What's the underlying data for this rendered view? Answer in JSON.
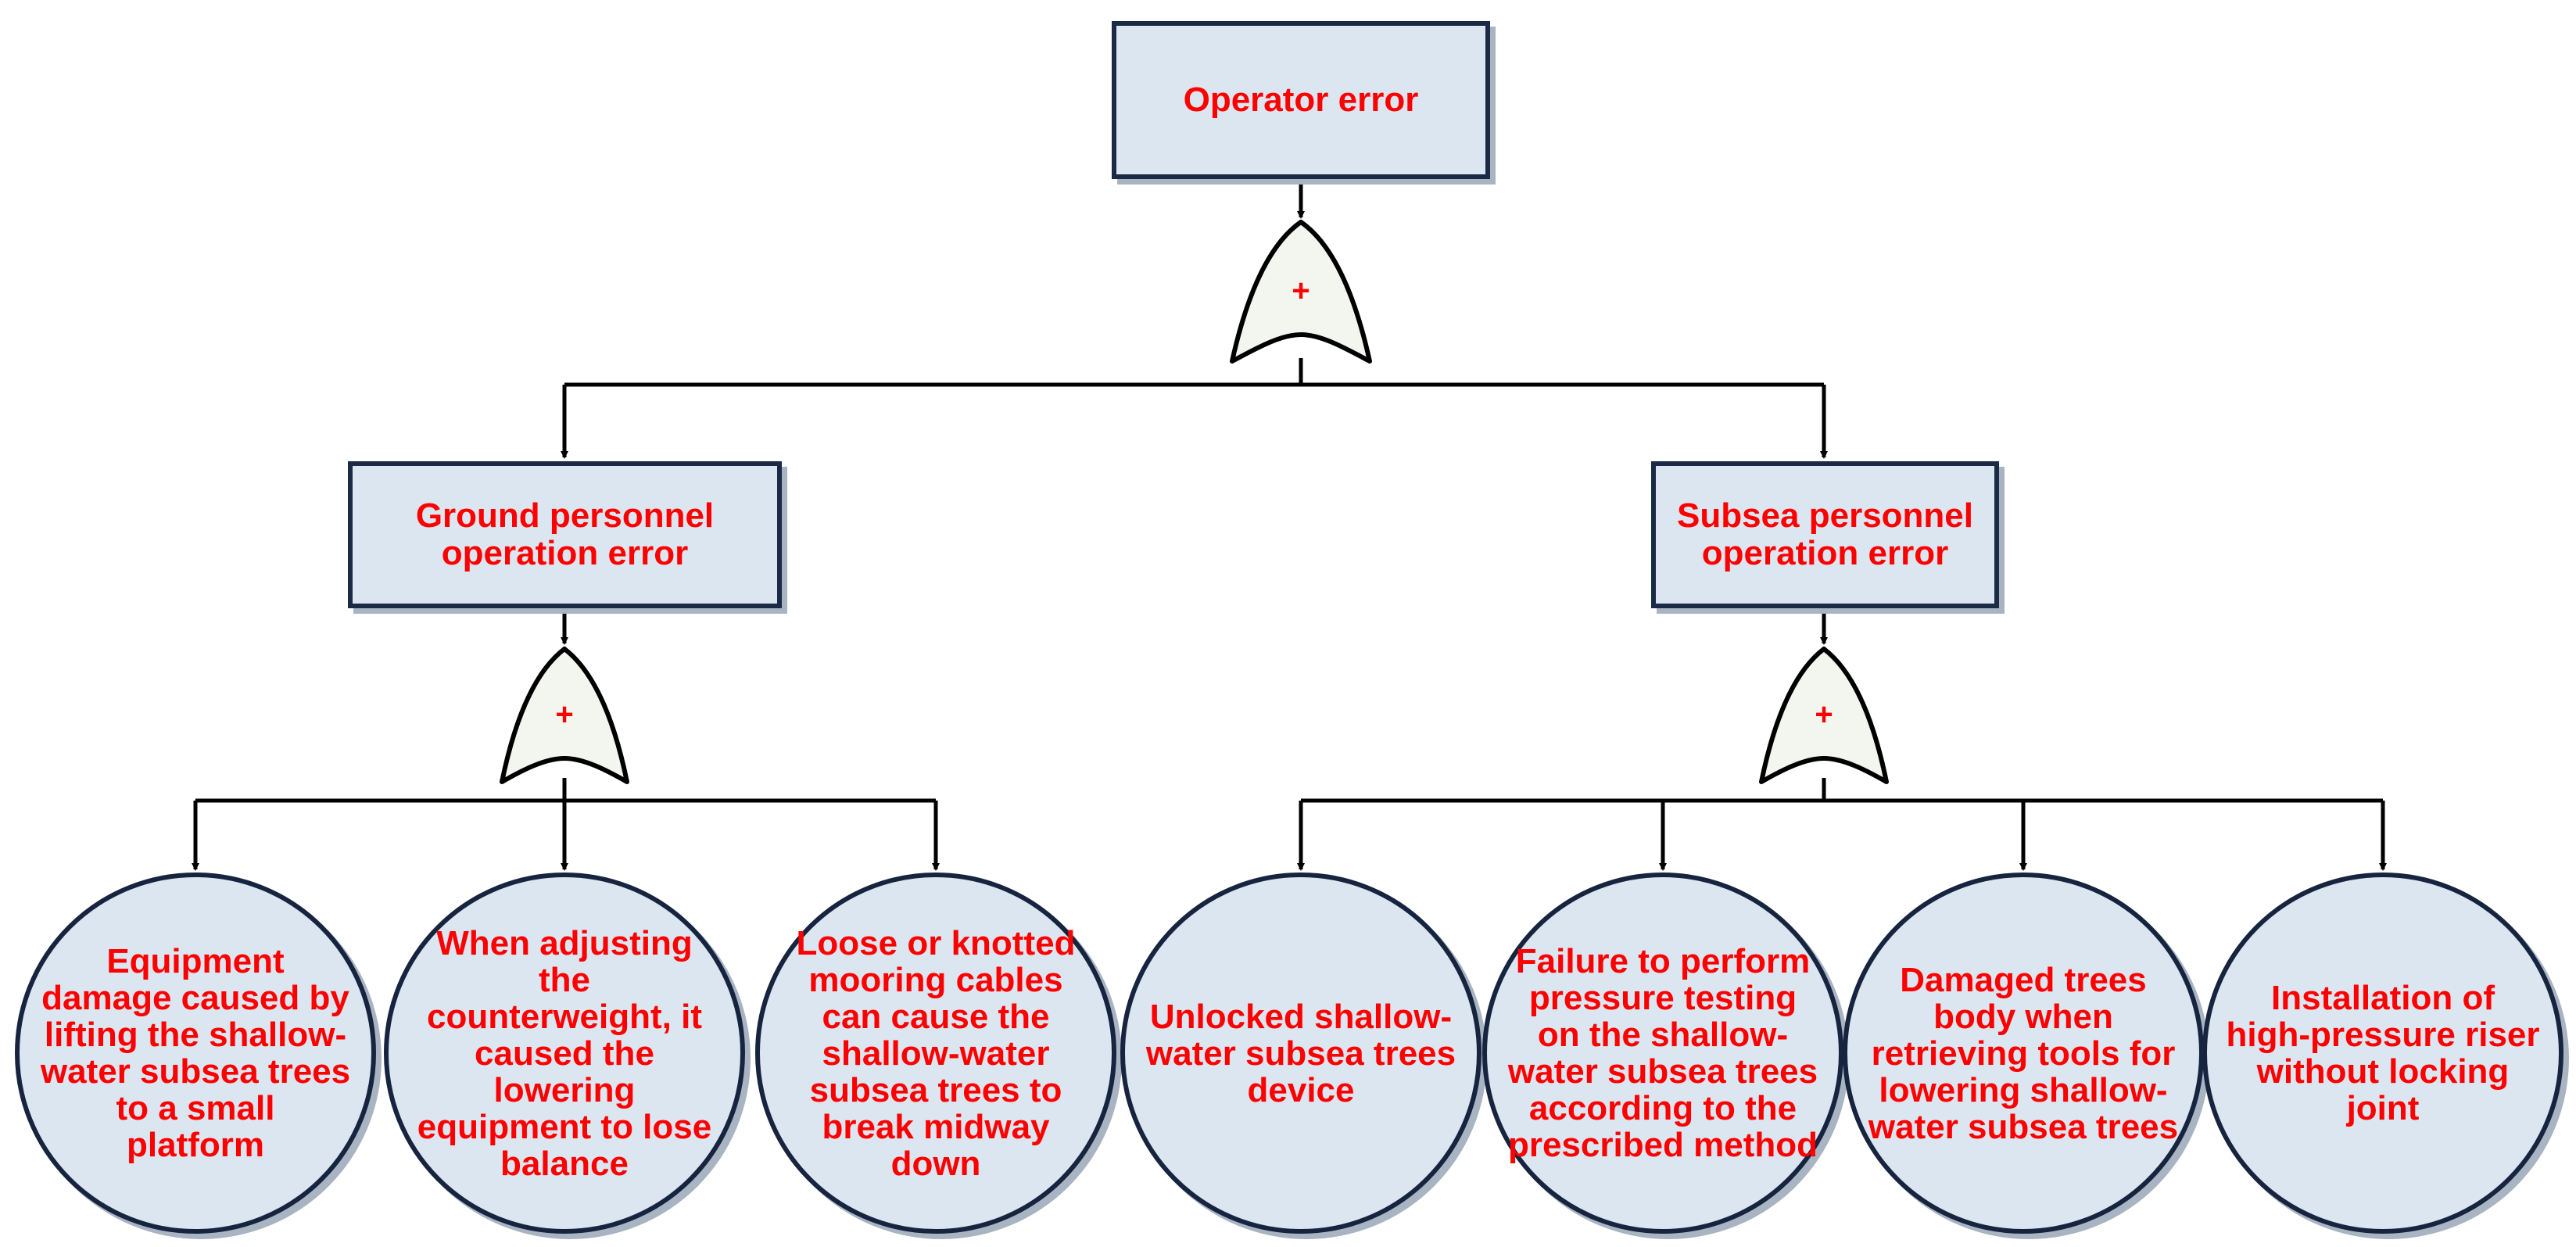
{
  "top_event": {
    "label": "Operator error"
  },
  "intermediate_events": [
    {
      "id": "ground",
      "label": "Ground personnel\noperation error"
    },
    {
      "id": "subsea",
      "label": "Subsea personnel\noperation error"
    }
  ],
  "gates": [
    {
      "id": "gate-top",
      "type": "OR",
      "symbol": "+"
    },
    {
      "id": "gate-ground",
      "type": "OR",
      "symbol": "+"
    },
    {
      "id": "gate-subsea",
      "type": "OR",
      "symbol": "+"
    }
  ],
  "basic_events": [
    {
      "label": "Equipment\ndamage caused by\nlifting the shallow-\nwater subsea trees\nto a small\nplatform"
    },
    {
      "label": "When adjusting\nthe\ncounterweight, it\ncaused the\nlowering\nequipment to lose\nbalance"
    },
    {
      "label": "Loose or knotted\nmooring cables\ncan cause the\nshallow-water\nsubsea trees to\nbreak midway\ndown"
    },
    {
      "label": "Unlocked shallow-\nwater subsea trees\ndevice"
    },
    {
      "label": "Failure to perform\npressure testing\non the shallow-\nwater subsea trees\naccording to the\nprescribed method"
    },
    {
      "label": "Damaged trees\nbody when\nretrieving tools for\nlowering shallow-\nwater subsea trees"
    },
    {
      "label": "Installation of\nhigh-pressure riser\nwithout locking\njoint"
    }
  ],
  "colors": {
    "label_text": "#ff0000",
    "box_fill": "#dce6f0",
    "border": "#1b2a45",
    "gate_fill": "#f2f6ee",
    "connector": "#000000"
  }
}
